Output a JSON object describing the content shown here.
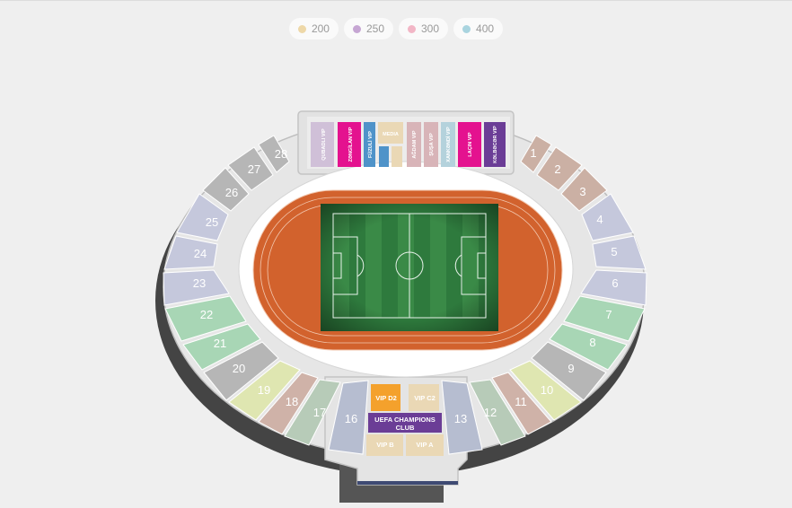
{
  "legend": [
    {
      "label": "200",
      "color": "#eed8a8"
    },
    {
      "label": "250",
      "color": "#c6a6d3"
    },
    {
      "label": "300",
      "color": "#f2b6c6"
    },
    {
      "label": "400",
      "color": "#a9d4df"
    }
  ],
  "sectors": [
    {
      "label": "1",
      "color": "#cbb0a4"
    },
    {
      "label": "2",
      "color": "#cbb0a4"
    },
    {
      "label": "3",
      "color": "#cbb0a4"
    },
    {
      "label": "4",
      "color": "#c5c8dc"
    },
    {
      "label": "5",
      "color": "#c5c8dc"
    },
    {
      "label": "6",
      "color": "#c5c8dc"
    },
    {
      "label": "7",
      "color": "#a8d6b5"
    },
    {
      "label": "8",
      "color": "#a8d6b5"
    },
    {
      "label": "9",
      "color": "#b6b6b6"
    },
    {
      "label": "10",
      "color": "#dfe6b1"
    },
    {
      "label": "11",
      "color": "#cfb2a8"
    },
    {
      "label": "12",
      "color": "#b7cbb8"
    },
    {
      "label": "13",
      "color": "#b6bdd0"
    },
    {
      "label": "16",
      "color": "#b6bdd0"
    },
    {
      "label": "17",
      "color": "#b7cbb8"
    },
    {
      "label": "18",
      "color": "#cfb2a8"
    },
    {
      "label": "19",
      "color": "#dfe6b1"
    },
    {
      "label": "20",
      "color": "#b6b6b6"
    },
    {
      "label": "21",
      "color": "#a8d6b5"
    },
    {
      "label": "22",
      "color": "#a8d6b5"
    },
    {
      "label": "23",
      "color": "#c5c8dc"
    },
    {
      "label": "24",
      "color": "#c5c8dc"
    },
    {
      "label": "25",
      "color": "#c5c8dc"
    },
    {
      "label": "26",
      "color": "#b6b6b6"
    },
    {
      "label": "27",
      "color": "#b6b6b6"
    },
    {
      "label": "28",
      "color": "#b6b6b6"
    }
  ],
  "top_boxes": [
    {
      "label": "QUBADLI VIP",
      "color": "#d0c0d8"
    },
    {
      "label": "ZƏNGİLAN VIP",
      "color": "#e4128f"
    },
    {
      "label": "FÜZULİ VIP",
      "color": "#4f93c9"
    },
    {
      "label": "MEDIA",
      "color": "#ead8b5"
    },
    {
      "label": "AĞDAM VIP",
      "color": "#d8b4b8"
    },
    {
      "label": "ŞUŞA VIP",
      "color": "#d8b4b8"
    },
    {
      "label": "XANKƏNDİ VIP",
      "color": "#b4d2dc"
    },
    {
      "label": "LAÇIN VIP",
      "color": "#e4128f"
    },
    {
      "label": "KƏLBƏCƏR VIP",
      "color": "#6b3d96"
    }
  ],
  "bottom_boxes": [
    {
      "label": "VIP D2",
      "color": "#f4a12c"
    },
    {
      "label": "VIP C2",
      "color": "#ead8b5"
    },
    {
      "label": "UEFA CHAMPIONS",
      "label2": "CLUB",
      "color": "#6b3d96"
    },
    {
      "label": "VIP B",
      "color": "#ead8b5"
    },
    {
      "label": "VIP A",
      "color": "#ead8b5"
    }
  ]
}
